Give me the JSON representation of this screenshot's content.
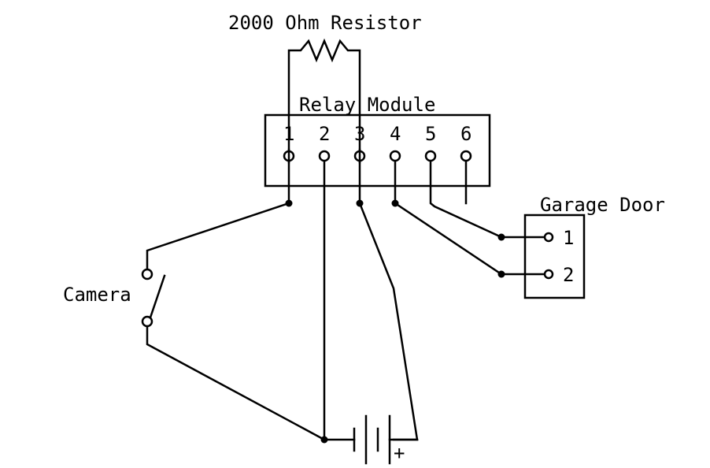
{
  "diagram": {
    "resistor_label": "2000 Ohm Resistor",
    "relay_label": "Relay Module",
    "relay_pins": [
      "1",
      "2",
      "3",
      "4",
      "5",
      "6"
    ],
    "garage_label": "Garage Door",
    "garage_pins": [
      "1",
      "2"
    ],
    "camera_label": "Camera",
    "battery_plus": "+",
    "colors": {
      "line": "#000000",
      "background": "#ffffff"
    }
  }
}
